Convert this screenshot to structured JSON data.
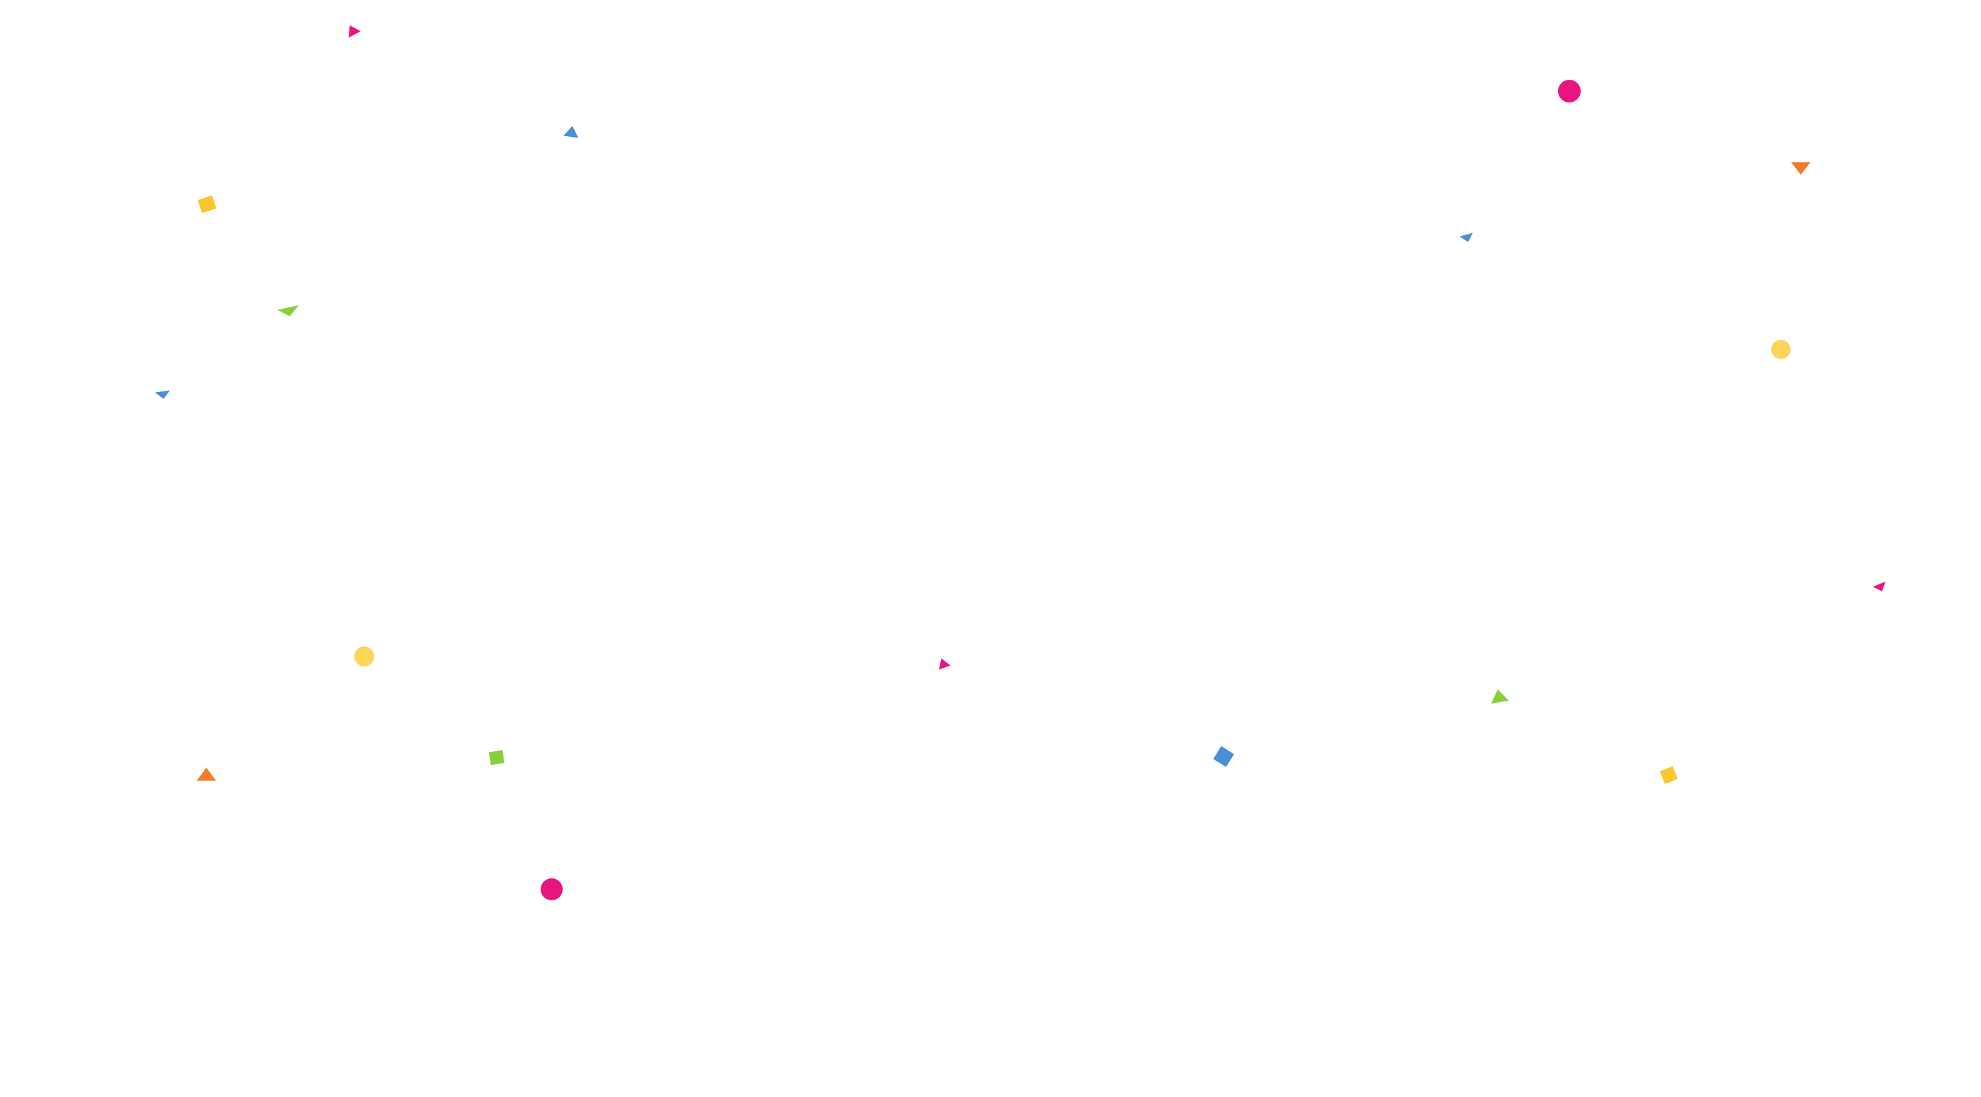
{
  "scene": {
    "background": "#ffffff",
    "description_type": "confetti-overlay"
  },
  "palette": {
    "pink": "#e8157f",
    "blue": "#4a8fd6",
    "yellow": "#fbc52d",
    "light_yellow": "#fcd45a",
    "green": "#86d13b",
    "orange": "#f57c26"
  },
  "confetti": [
    {
      "shape": "triangle",
      "color": "pink"
    },
    {
      "shape": "triangle",
      "color": "blue"
    },
    {
      "shape": "square",
      "color": "yellow"
    },
    {
      "shape": "triangle",
      "color": "green"
    },
    {
      "shape": "triangle",
      "color": "blue"
    },
    {
      "shape": "circle",
      "color": "pink"
    },
    {
      "shape": "triangle",
      "color": "orange"
    },
    {
      "shape": "triangle",
      "color": "blue"
    },
    {
      "shape": "circle",
      "color": "light_yellow"
    },
    {
      "shape": "triangle",
      "color": "pink"
    },
    {
      "shape": "circle",
      "color": "light_yellow"
    },
    {
      "shape": "triangle",
      "color": "pink"
    },
    {
      "shape": "triangle",
      "color": "green"
    },
    {
      "shape": "triangle",
      "color": "orange"
    },
    {
      "shape": "square",
      "color": "green"
    },
    {
      "shape": "square",
      "color": "blue"
    },
    {
      "shape": "square",
      "color": "yellow"
    },
    {
      "shape": "circle",
      "color": "pink"
    }
  ]
}
